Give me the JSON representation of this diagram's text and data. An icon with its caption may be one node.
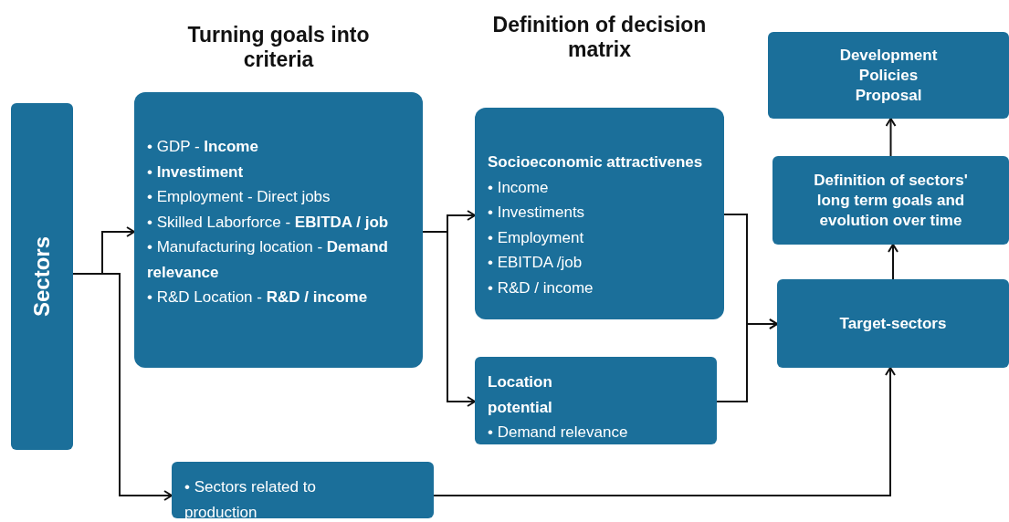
{
  "diagram": {
    "nodes": [
      {
        "text": [
          "Sectors"
        ]
      },
      {
        "text": [
          "Turning goals into criteria",
          "• GDP  - **Income**",
          "• **Investiment**",
          "• Employment - Direct jobs",
          "• Skilled Laborforce - **EBITDA / job**",
          "• Manufacturing location - **Demand relevance**",
          "• R&D Location - **R&D / income**"
        ]
      },
      {
        "text": [
          "Definition of decision matrix",
          "Socioeconomic attractivenes",
          "• Income",
          "• Investiments",
          "• Employment",
          "• EBITDA /job",
          "• R&D / income"
        ]
      },
      {
        "text": [
          "Location potential",
          "• Demand relevance"
        ]
      },
      {
        "text": [
          "• Sectors related to production"
        ]
      },
      {
        "text": [
          "Target-sectors"
        ]
      },
      {
        "text": [
          "Definition of sectors' long term goals and evolution over time"
        ]
      },
      {
        "text": [
          "Development Policies Proposal"
        ]
      }
    ],
    "edges": [
      {
        "from": 0,
        "to": 1,
        "arrow": "to"
      },
      {
        "from": 0,
        "to": 4,
        "arrow": "to"
      },
      {
        "from": 1,
        "to": 2,
        "arrow": "to"
      },
      {
        "from": 1,
        "to": 3,
        "arrow": "to"
      },
      {
        "from": 2,
        "to": 5,
        "arrow": "to"
      },
      {
        "from": 3,
        "to": 5,
        "arrow": "to"
      },
      {
        "from": 4,
        "to": 5,
        "arrow": "to"
      },
      {
        "from": 5,
        "to": 6,
        "arrow": "to"
      },
      {
        "from": 6,
        "to": 7,
        "arrow": "to"
      }
    ]
  }
}
